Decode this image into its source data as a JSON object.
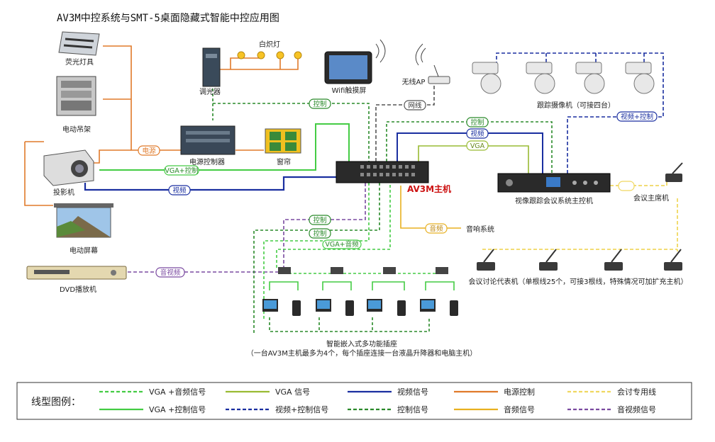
{
  "title": "AV3M中控系统与SMT-5桌面隐藏式智能中控应用图",
  "devices": {
    "fluorescent": "荧光灯具",
    "motor_hanger": "电动吊架",
    "projector": "投影机",
    "screen": "电动屏幕",
    "dvd": "DVD播放机",
    "dimmer": "调光器",
    "incandescent": "白炽灯",
    "power_ctrl": "电源控制器",
    "curtain": "窗帘",
    "wifi_touch": "Wifi触摸屏",
    "wireless_ap": "无线AP",
    "main_unit": "AV3M主机",
    "cameras": "跟踪摄像机（可接四台）",
    "video_conf": "视像跟踪会议系统主控机",
    "chairman": "会议主席机",
    "audio_sys": "音响系统",
    "delegates": "会议讨论代表机（单根线25个，可接3根线，特殊情况可加扩充主机）",
    "socket_title": "智能嵌入式多功能插座",
    "socket_note": "（一台AV3M主机最多为4个，每个插座连接一台液晶升降器和电脑主机）"
  },
  "edge_labels": {
    "power": "电源",
    "vga_ctrl": "VGA+控制",
    "video": "视频",
    "control": "控制",
    "network": "网线",
    "video_ctrl": "视频+控制",
    "vga": "VGA",
    "audio": "音频",
    "av": "音视频",
    "vga_audio": "VGA+音频"
  },
  "legend": {
    "title": "线型图例：",
    "items": [
      {
        "label": "VGA  +音频信号",
        "color": "#44cc44",
        "dash": true
      },
      {
        "label": "VGA  信号",
        "color": "#99bb33",
        "dash": false
      },
      {
        "label": "视频信号",
        "color": "#1a2fa0",
        "dash": false
      },
      {
        "label": "电源控制",
        "color": "#e07a2a",
        "dash": false
      },
      {
        "label": "会讨专用线",
        "color": "#f0d860",
        "dash": true
      },
      {
        "label": "VGA  +控制信号",
        "color": "#44cc44",
        "dash": false
      },
      {
        "label": "视频+控制信号",
        "color": "#1a2fa0",
        "dash": true
      },
      {
        "label": "控制信号",
        "color": "#2a8a2a",
        "dash": true
      },
      {
        "label": "音频信号",
        "color": "#e8b020",
        "dash": false
      },
      {
        "label": "音视频信号",
        "color": "#7a4aa0",
        "dash": true
      }
    ]
  },
  "colors": {
    "power": "#e07a2a",
    "video": "#1a2fa0",
    "vga": "#99bb33",
    "green": "#44cc44",
    "control": "#2a8a2a",
    "audio": "#e8b020",
    "conf": "#f0d860",
    "av": "#7a4aa0",
    "network": "#555555",
    "main_label": "#cc1111"
  }
}
